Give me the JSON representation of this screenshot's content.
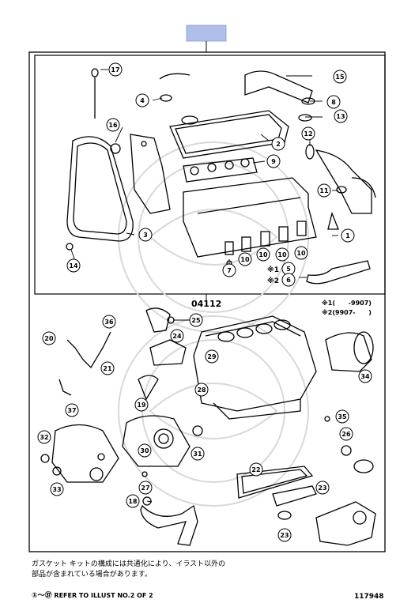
{
  "header": {
    "tab_color": "#b0bfe9"
  },
  "group_code": "04112",
  "legend": [
    {
      "mark": "※1",
      "text": "(      -9907)"
    },
    {
      "mark": "※2",
      "text": "(9907-      )"
    }
  ],
  "callouts_top": [
    "①",
    "②",
    "③",
    "④",
    "⑤",
    "⑥",
    "⑦",
    "⑧",
    "⑨",
    "⑩",
    "⑪",
    "⑫",
    "⑬",
    "⑭",
    "⑮",
    "⑯",
    "⑰"
  ],
  "callout_ids_top": [
    "1",
    "2",
    "3",
    "4",
    "5",
    "6",
    "7",
    "8",
    "9",
    "10",
    "11",
    "12",
    "13",
    "14",
    "15",
    "16",
    "17"
  ],
  "callout_ids_bottom": [
    "18",
    "19",
    "20",
    "21",
    "22",
    "23",
    "24",
    "25",
    "26",
    "27",
    "28",
    "29",
    "30",
    "31",
    "32",
    "33",
    "34",
    "35",
    "36",
    "37"
  ],
  "prefix_marks": {
    "p5": "※1",
    "p6": "※2"
  },
  "notes": {
    "line1": "ガスケット キットの構成には共通化により、イラスト以外の",
    "line2": "部品が含まれている場合があります。"
  },
  "reference": {
    "range": "①～㊲",
    "text": "REFER TO ILLUST NO.2 OF 2"
  },
  "figure_number": "117948"
}
